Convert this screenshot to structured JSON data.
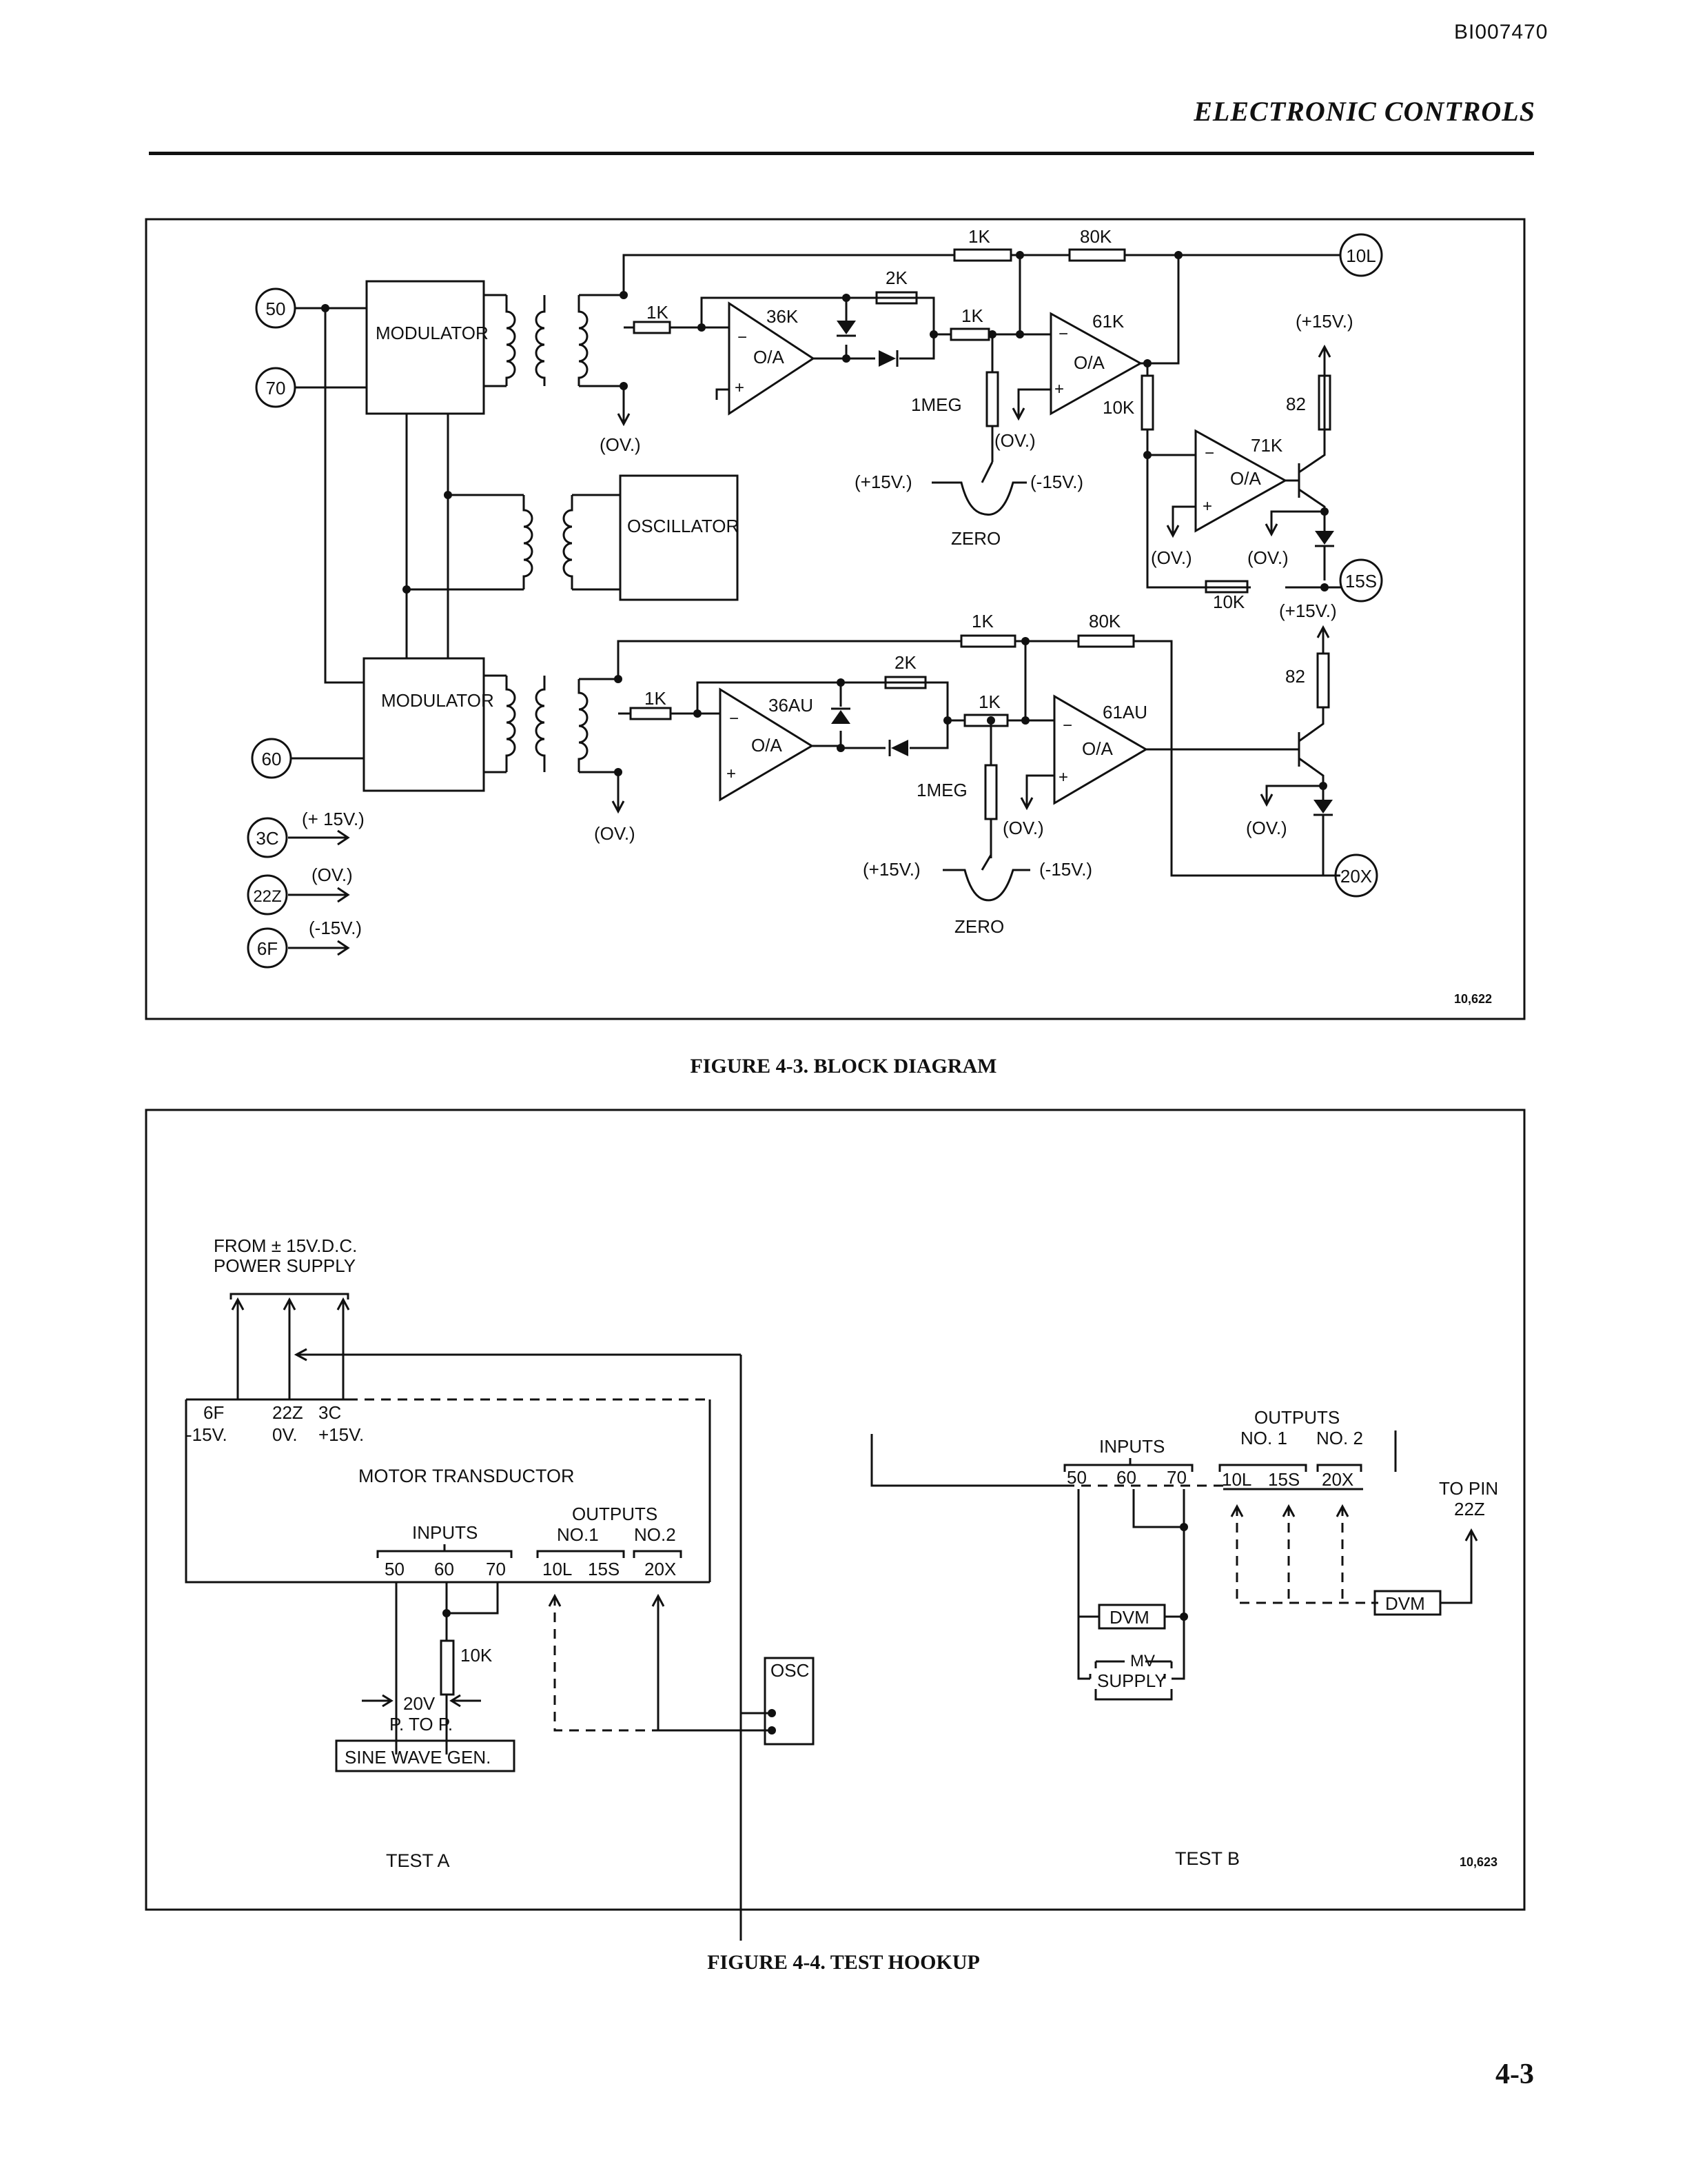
{
  "page": {
    "doc_id": "BI007470",
    "section_title": "ELECTRONIC CONTROLS",
    "page_number": "4-3"
  },
  "figure_1": {
    "caption": "FIGURE 4-3.  BLOCK DIAGRAM",
    "number": "10,622",
    "blocks": {
      "modulator_top": "MODULATOR",
      "modulator_bottom": "MODULATOR",
      "oscillator": "OSCILLATOR",
      "opamp": "O/A"
    },
    "terminals": [
      "50",
      "70",
      "60",
      "3C",
      "22Z",
      "6F",
      "10L",
      "15S",
      "20X"
    ],
    "power_labels": {
      "plus15_spaced": "(+ 15V.)",
      "ov": "(OV.)",
      "minus15": "(-15V.)",
      "plus15": "(+15V.)",
      "minus15_b": "(-15V.)"
    },
    "components": {
      "r1k": "1K",
      "r2k": "2K",
      "r80k": "80K",
      "r10k": "10K",
      "r82": "82",
      "r1meg": "1MEG",
      "zero": "ZERO",
      "amp_36k": "36K",
      "amp_61k": "61K",
      "amp_71k": "71K",
      "amp_36au": "36AU",
      "amp_61au": "61AU"
    }
  },
  "figure_2": {
    "caption": "FIGURE 4-4.  TEST HOOKUP",
    "number": "10,623",
    "test_a": {
      "label": "TEST A",
      "supply_label_1": "FROM ± 15V.D.C.",
      "supply_label_2": "POWER SUPPLY",
      "pins_top": [
        "6F",
        "22Z",
        "3C"
      ],
      "pins_volts": [
        "-15V.",
        "0V.",
        "+15V."
      ],
      "transducer": "MOTOR TRANSDUCTOR",
      "inputs": "INPUTS",
      "input_pins": [
        "50",
        "60",
        "70"
      ],
      "outputs": "OUTPUTS",
      "no1": "NO.1",
      "no2": "NO.2",
      "output_pins": [
        "10L",
        "15S",
        "20X"
      ],
      "resistor": "10K",
      "voltage": "20V",
      "ptop": "P. TO P.",
      "generator": "SINE WAVE GEN.",
      "osc": "OSC"
    },
    "test_b": {
      "label": "TEST B",
      "inputs": "INPUTS",
      "input_pins": [
        "50",
        "60",
        "70"
      ],
      "outputs": "OUTPUTS",
      "no1": "NO. 1",
      "no2": "NO. 2",
      "output_pins": [
        "10L",
        "15S",
        "20X"
      ],
      "dvm": "DVM",
      "mv": "MV",
      "supply": "SUPPLY",
      "to_pin_1": "TO PIN",
      "to_pin_2": "22Z"
    }
  }
}
